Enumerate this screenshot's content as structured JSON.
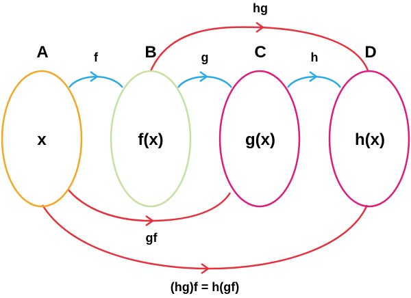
{
  "sets": [
    {
      "title": "A",
      "element": "x",
      "color": "#f5a623"
    },
    {
      "title": "B",
      "element": "f(x)",
      "color": "#c5e0a0"
    },
    {
      "title": "C",
      "element": "g(x)",
      "color": "#e0197d"
    },
    {
      "title": "D",
      "element": "h(x)",
      "color": "#e0197d"
    }
  ],
  "maps": {
    "f": "f",
    "g": "g",
    "h": "h",
    "hg": "hg",
    "gf": "gf",
    "associativity": "(hg)f = h(gf)"
  },
  "colors": {
    "simple_arrow": "#29aae1",
    "composite_arrow": "#e8303a"
  }
}
